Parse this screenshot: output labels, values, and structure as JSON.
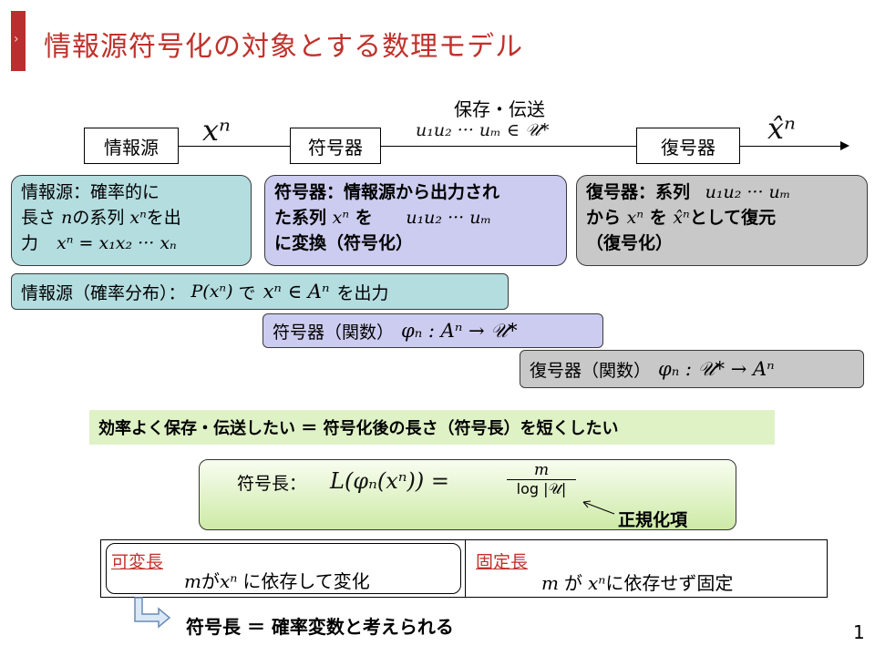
{
  "slide": {
    "title": "情報源符号化の対象とする数理モデル",
    "page_number": "1"
  },
  "flow": {
    "source_label": "情報源",
    "encoder_label": "符号器",
    "decoder_label": "復号器",
    "store_transmit_label": "保存・伝送",
    "xn": "xⁿ",
    "codeword": "u₁u₂ ··· uₘ ∈ 𝒰*",
    "xn_hat": "x̂ⁿ"
  },
  "descriptions": {
    "source": {
      "line1": "情報源：確率的に",
      "line2_pre": "長さ",
      "line2_n": "n",
      "line2_mid": "の系列",
      "line2_xn": "xⁿ",
      "line2_post": "を出",
      "line3_pre": "力",
      "line3_math": "xⁿ = x₁x₂ ··· xₙ"
    },
    "encoder": {
      "line1": "符号器：情報源から出力され",
      "line2_pre": "た系列",
      "line2_xn": "xⁿ",
      "line2_post": "を",
      "line2_math": "u₁u₂ ··· uₘ",
      "line3": "に変換（符号化）"
    },
    "decoder": {
      "line1": "復号器：系列",
      "line1_math": "u₁u₂ ··· uₘ",
      "line2_pre": "から",
      "line2_xn": "xⁿ",
      "line2_mid": "を",
      "line2_hat": "x̂ⁿ",
      "line2_post": "として復元",
      "line3": "（復号化）"
    }
  },
  "definitions": {
    "source_prob_pre": "情報源（確率分布）：",
    "source_prob_math1": "P(xⁿ)",
    "source_prob_mid": "で",
    "source_prob_math2": "xⁿ ∈ Aⁿ",
    "source_prob_post": "を出力",
    "encoder_func_pre": "符号器（関数）",
    "encoder_func_math": "φₙ : Aⁿ → 𝒰*",
    "decoder_func_pre": "復号器（関数）",
    "decoder_func_math": "φₙ : 𝒰* → Aⁿ"
  },
  "efficiency": {
    "statement": "効率よく保存・伝送したい ＝ 符号化後の長さ（符号長）を短くしたい",
    "code_length_label": "符号長：",
    "formula_lhs": "L(φₙ(xⁿ)) =",
    "formula_num": "m",
    "formula_den": "log |𝒰|",
    "normalization_label": "正規化項"
  },
  "comparison": {
    "variable_label": "可変長",
    "variable_m": "m",
    "variable_ga": "が",
    "variable_xn": "xⁿ",
    "variable_text": "に依存して変化",
    "fixed_label": "固定長",
    "fixed_m": "m",
    "fixed_ga": "が",
    "fixed_xn": "xⁿ",
    "fixed_text": "に依存せず固定"
  },
  "conclusion": "符号長 ＝ 確率変数と考えられる"
}
